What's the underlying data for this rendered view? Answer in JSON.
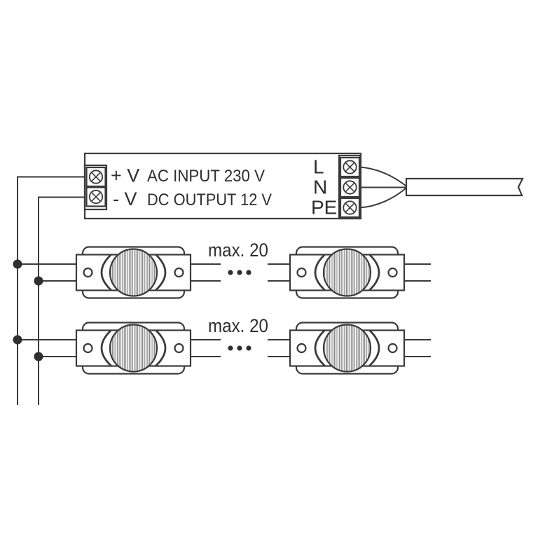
{
  "diagram": {
    "title": "LED modules chain with power supply wiring diagram",
    "psu": {
      "plus_terminal": "+ V",
      "ac_input": "AC INPUT 230 V",
      "minus_terminal": "- V",
      "dc_output": "DC OUTPUT 12 V",
      "terminal_l": "L",
      "terminal_n": "N",
      "terminal_pe": "PE"
    },
    "rows": [
      {
        "max_label": "max. 20"
      },
      {
        "max_label": "max. 20"
      }
    ],
    "icons": {
      "screw_terminal": "circle-with-x",
      "junction": "filled-dot",
      "continuation": "ellipsis-dots",
      "cable_break": "zigzag-end"
    },
    "colors": {
      "line": "#3a3a3a",
      "text": "#2e2e2e",
      "background": "#ffffff"
    }
  }
}
